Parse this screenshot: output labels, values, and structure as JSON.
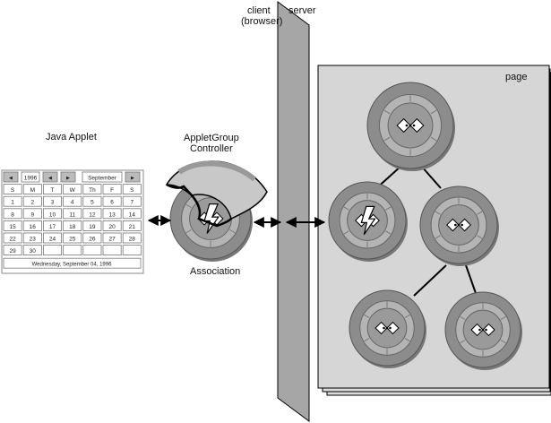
{
  "labels": {
    "client": "client",
    "browser": "(browser)",
    "server": "server",
    "page": "page",
    "java_applet": "Java Applet",
    "applet_group_line1": "AppletGroup",
    "applet_group_line2": "Controller",
    "association": "Association"
  },
  "calendar": {
    "header_cells": [
      "◄",
      "1996",
      "◄",
      "►",
      "September",
      "►"
    ],
    "weekdays": [
      "S",
      "M",
      "T",
      "W",
      "Th",
      "F",
      "S"
    ],
    "days": [
      [
        "1",
        "2",
        "3",
        "4",
        "5",
        "6",
        "7"
      ],
      [
        "8",
        "9",
        "10",
        "11",
        "12",
        "13",
        "14"
      ],
      [
        "15",
        "16",
        "17",
        "18",
        "19",
        "20",
        "21"
      ],
      [
        "22",
        "23",
        "24",
        "25",
        "26",
        "27",
        "28"
      ],
      [
        "29",
        "30",
        "",
        "",
        "",
        "",
        ""
      ]
    ],
    "footer": "Wednesday, September 04, 1996"
  },
  "colors": {
    "panel_gray": "#a6a6a6",
    "page_fill": "#dcdcdc",
    "node_outer": "#8c8c8c",
    "node_ring": "#b4b4b4",
    "node_inner": "#9a9a9a"
  }
}
